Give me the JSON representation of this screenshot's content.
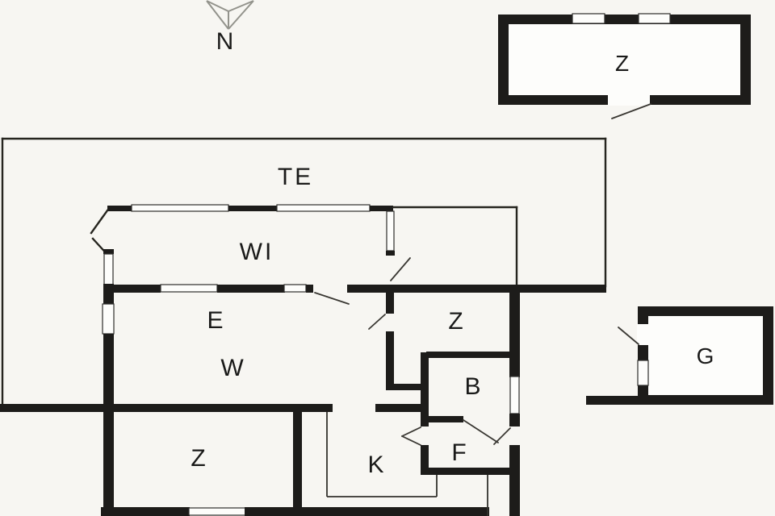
{
  "colors": {
    "background": "#f7f6f2",
    "wall": "#1d1c1a",
    "window_fill": "#fdfdfb",
    "compass_line": "#93938c",
    "label_text": "#1a1a19"
  },
  "compass": {
    "north": "N"
  },
  "rooms": {
    "terrace": "TE",
    "winter_garden": "WI",
    "dining": "E",
    "living": "W",
    "bedroom_top": "Z",
    "bathroom": "B",
    "hall": "F",
    "kitchen": "K",
    "bedroom_bottom": "Z",
    "guest_house": "Z",
    "garage": "G"
  }
}
